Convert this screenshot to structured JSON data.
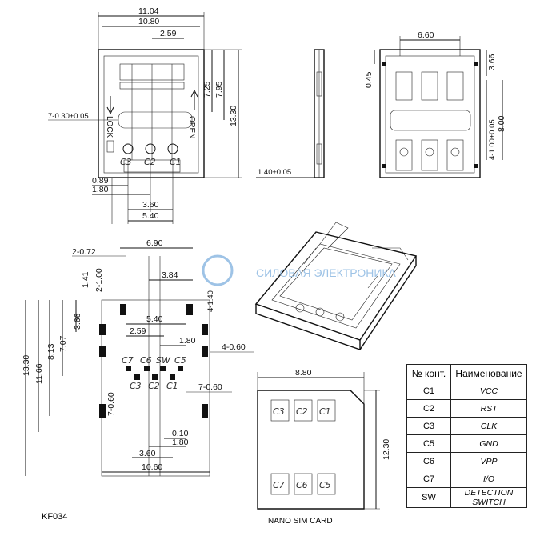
{
  "part_code": "KF034",
  "card_label": "NANO  SIM  CARD",
  "watermark": "СИЛОВАЯ ЭЛЕКТРОНИКА",
  "top_view": {
    "dims": [
      "11.04",
      "10.80",
      "2.59",
      "7.25",
      "7.95",
      "13.30",
      "7-0.30±0.05",
      "0.89",
      "1.80",
      "3.60",
      "5.40"
    ],
    "lock_text": "LOCK",
    "open_text": "OPEN",
    "contacts": [
      "C3",
      "C2",
      "C1"
    ]
  },
  "side_view": {
    "dims": [
      "1.40±0.05"
    ]
  },
  "bottom_view": {
    "dims": [
      "6.60",
      "0.45",
      "3.66",
      "4-1.00±0.05",
      "8.00"
    ]
  },
  "footprint": {
    "dims": [
      "2-0.72",
      "2-1.00",
      "1.41",
      "6.90",
      "3.84",
      "4-1.40",
      "5.40",
      "3.66",
      "7.07",
      "8.13",
      "11.66",
      "13.30",
      "2.59",
      "1.80",
      "4-0.60",
      "7-0.60",
      "7-0.60",
      "0.10",
      "1.80",
      "3.60",
      "10.60"
    ],
    "pin_labels_top": [
      "C7",
      "C6",
      "SW",
      "C5"
    ],
    "pin_labels_bottom": [
      "C3",
      "C2",
      "C1"
    ]
  },
  "card": {
    "dims": [
      "8.80",
      "12.30"
    ],
    "contacts_top": [
      "C3",
      "C2",
      "C1"
    ],
    "contacts_bottom": [
      "C7",
      "C6",
      "C5"
    ]
  },
  "pin_table": {
    "headers": [
      "№ конт.",
      "Наименование"
    ],
    "rows": [
      [
        "C1",
        "VCC"
      ],
      [
        "C2",
        "RST"
      ],
      [
        "C3",
        "CLK"
      ],
      [
        "C5",
        "GND"
      ],
      [
        "C6",
        "VPP"
      ],
      [
        "C7",
        "I/O"
      ],
      [
        "SW",
        "DETECTION SWITCH"
      ]
    ]
  }
}
